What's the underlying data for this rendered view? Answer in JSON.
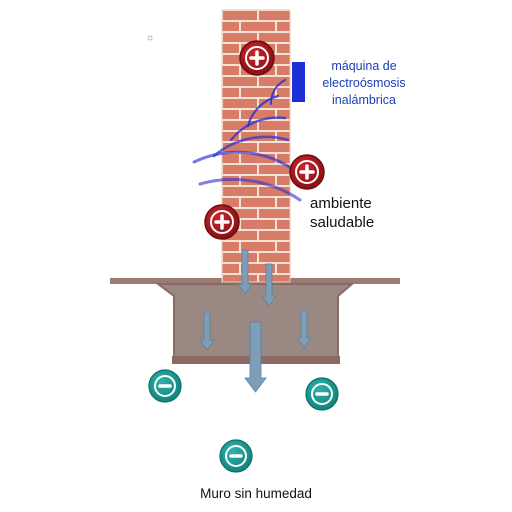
{
  "labels": {
    "device": [
      "máquina de",
      "electroósmosis",
      "inalámbrica"
    ],
    "environment": [
      "ambiente",
      "saludable"
    ],
    "footer": "Muro sin humedad"
  },
  "signs": {
    "positive": "+",
    "negative": "−"
  },
  "colors": {
    "brick": "#d97c67",
    "mortar": "#f3e2d6",
    "positive_fill": "#a8171b",
    "negative_fill": "#159c95",
    "device": "#1d2fd6",
    "waves": "#2a2fd0",
    "ground_fill": "#9a8882",
    "ground_outline": "#8a6a62",
    "arrows": "#7d9db9",
    "label_blue": "#1a3fb8"
  }
}
